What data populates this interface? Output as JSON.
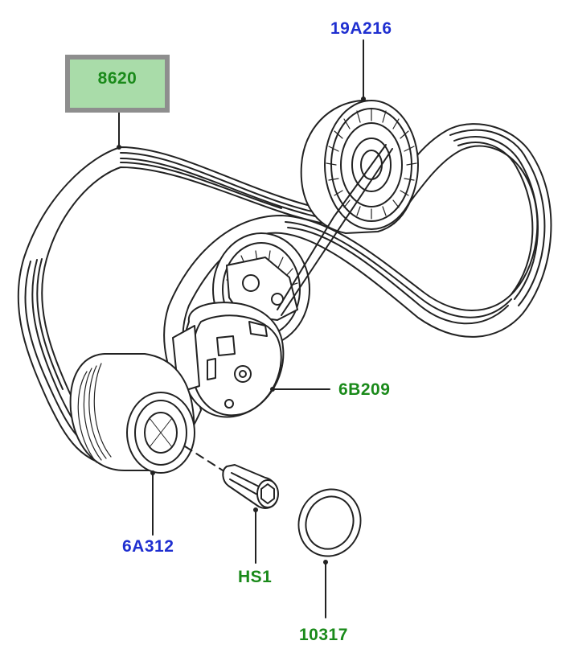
{
  "labels": {
    "p8620": "8620",
    "p19A216": "19A216",
    "p6B209": "6B209",
    "p6A312": "6A312",
    "pHS1": "HS1",
    "p10317": "10317"
  },
  "colors": {
    "highlight_fill": "#a9dca9",
    "highlight_border": "#8e8e8e",
    "label_blue": "#1f2fd0",
    "label_green": "#1a8a1a",
    "line": "#222222"
  },
  "highlighted_part": "8620"
}
